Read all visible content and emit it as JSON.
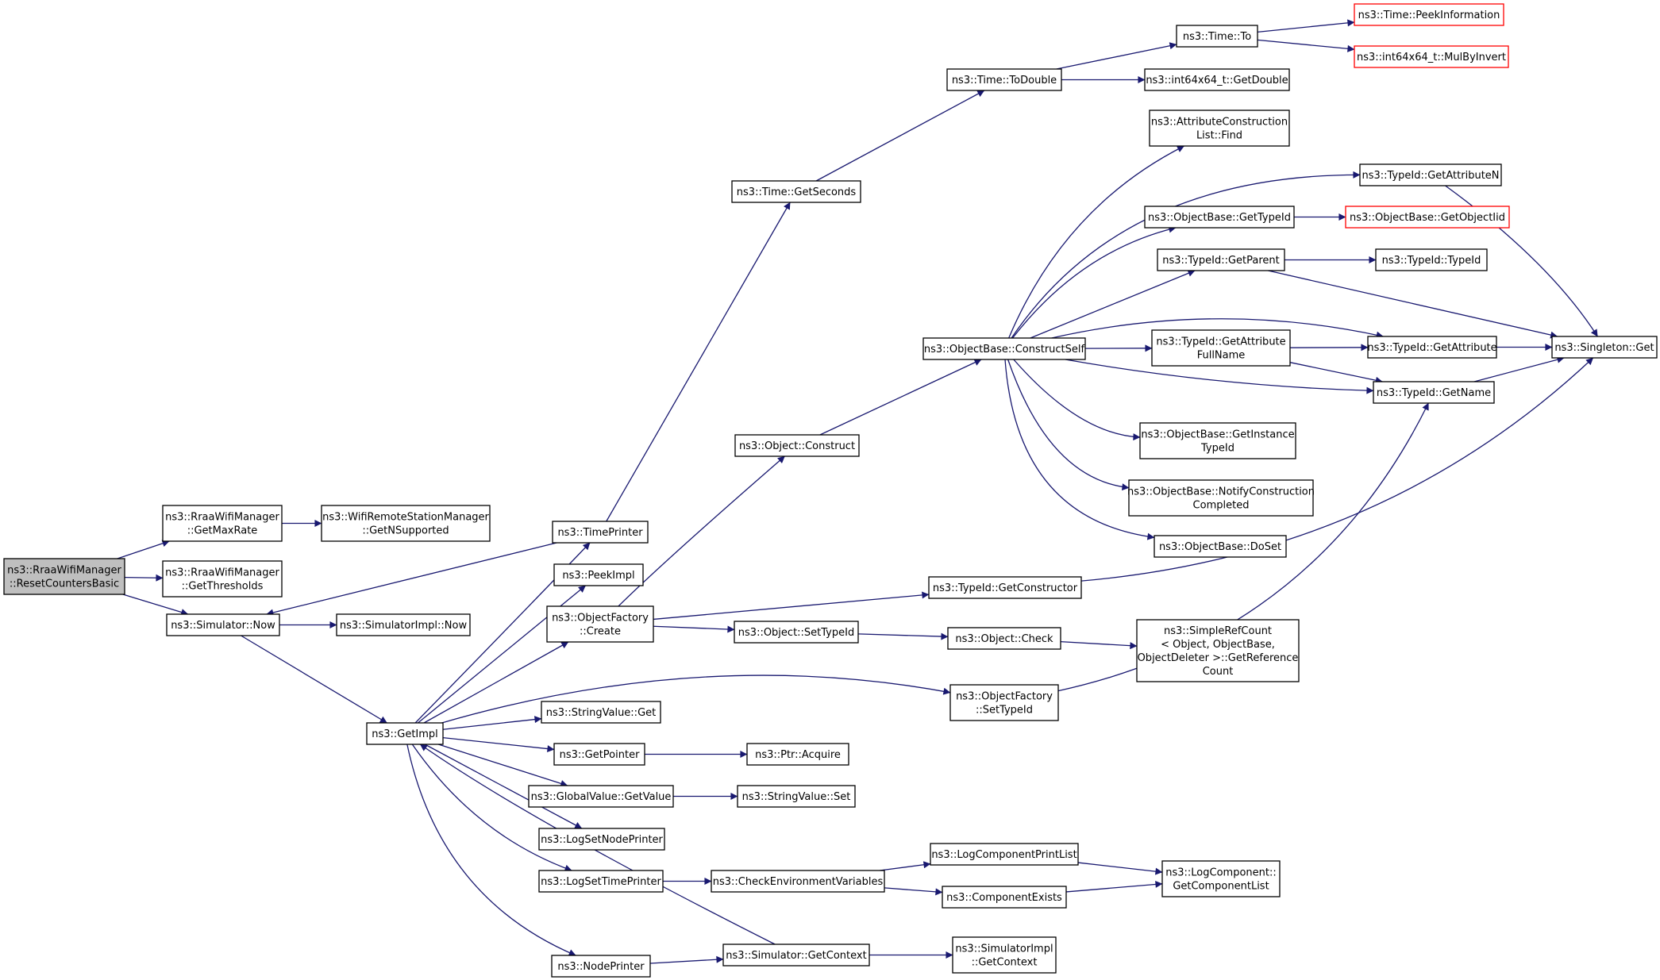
{
  "colors": {
    "edge": "#191970",
    "root_fill": "#bfbfbf",
    "node_fill": "#ffffff",
    "node_border": "#000000",
    "truncated_border": "#ff0000"
  },
  "nodes": [
    {
      "id": "reset",
      "lines": [
        "ns3::RraaWifiManager",
        "::ResetCountersBasic"
      ],
      "root": true
    },
    {
      "id": "getmaxrate",
      "lines": [
        "ns3::RraaWifiManager",
        "::GetMaxRate"
      ]
    },
    {
      "id": "getnsupported",
      "lines": [
        "ns3::WifiRemoteStationManager",
        "::GetNSupported"
      ]
    },
    {
      "id": "getthresholds",
      "lines": [
        "ns3::RraaWifiManager",
        "::GetThresholds"
      ]
    },
    {
      "id": "simnow",
      "lines": [
        "ns3::Simulator::Now"
      ]
    },
    {
      "id": "simimplnow",
      "lines": [
        "ns3::SimulatorImpl::Now"
      ]
    },
    {
      "id": "getimpl",
      "lines": [
        "ns3::GetImpl"
      ]
    },
    {
      "id": "timeprinter",
      "lines": [
        "ns3::TimePrinter"
      ]
    },
    {
      "id": "peekimpl",
      "lines": [
        "ns3::PeekImpl"
      ]
    },
    {
      "id": "ofcreate",
      "lines": [
        "ns3::ObjectFactory",
        "::Create"
      ]
    },
    {
      "id": "stringvalueget",
      "lines": [
        "ns3::StringValue::Get"
      ]
    },
    {
      "id": "getpointer",
      "lines": [
        "ns3::GetPointer"
      ]
    },
    {
      "id": "globalvalue",
      "lines": [
        "ns3::GlobalValue::GetValue"
      ]
    },
    {
      "id": "logsetnode",
      "lines": [
        "ns3::LogSetNodePrinter"
      ]
    },
    {
      "id": "logsettime",
      "lines": [
        "ns3::LogSetTimePrinter"
      ]
    },
    {
      "id": "nodeprinter",
      "lines": [
        "ns3::NodePrinter"
      ]
    },
    {
      "id": "getseconds",
      "lines": [
        "ns3::Time::GetSeconds"
      ]
    },
    {
      "id": "todouble",
      "lines": [
        "ns3::Time::ToDouble"
      ]
    },
    {
      "id": "timeto",
      "lines": [
        "ns3::Time::To"
      ]
    },
    {
      "id": "peekinfo",
      "lines": [
        "ns3::Time::PeekInformation"
      ],
      "truncated": true
    },
    {
      "id": "mulbyinvert",
      "lines": [
        "ns3::int64x64_t::MulByInvert"
      ],
      "truncated": true
    },
    {
      "id": "getdouble",
      "lines": [
        "ns3::int64x64_t::GetDouble"
      ]
    },
    {
      "id": "objconstruct",
      "lines": [
        "ns3::Object::Construct"
      ]
    },
    {
      "id": "constructself",
      "lines": [
        "ns3::ObjectBase::ConstructSelf"
      ]
    },
    {
      "id": "acfind",
      "lines": [
        "ns3::AttributeConstruction",
        "List::Find"
      ]
    },
    {
      "id": "getattributen",
      "lines": [
        "ns3::TypeId::GetAttributeN"
      ]
    },
    {
      "id": "obgettypeid",
      "lines": [
        "ns3::ObjectBase::GetTypeId"
      ]
    },
    {
      "id": "getobjectiid",
      "lines": [
        "ns3::ObjectBase::GetObjectIid"
      ],
      "truncated": true
    },
    {
      "id": "getparent",
      "lines": [
        "ns3::TypeId::GetParent"
      ]
    },
    {
      "id": "typeidtypeid",
      "lines": [
        "ns3::TypeId::TypeId"
      ]
    },
    {
      "id": "getattrfullname",
      "lines": [
        "ns3::TypeId::GetAttribute",
        "FullName"
      ]
    },
    {
      "id": "getattribute",
      "lines": [
        "ns3::TypeId::GetAttribute"
      ]
    },
    {
      "id": "singletonget",
      "lines": [
        "ns3::Singleton::Get"
      ]
    },
    {
      "id": "getname",
      "lines": [
        "ns3::TypeId::GetName"
      ]
    },
    {
      "id": "getinstancetypeid",
      "lines": [
        "ns3::ObjectBase::GetInstance",
        "TypeId"
      ]
    },
    {
      "id": "notifyconstruction",
      "lines": [
        "ns3::ObjectBase::NotifyConstruction",
        "Completed"
      ]
    },
    {
      "id": "doset",
      "lines": [
        "ns3::ObjectBase::DoSet"
      ]
    },
    {
      "id": "getconstructor",
      "lines": [
        "ns3::TypeId::GetConstructor"
      ]
    },
    {
      "id": "objsettypeid",
      "lines": [
        "ns3::Object::SetTypeId"
      ]
    },
    {
      "id": "objcheck",
      "lines": [
        "ns3::Object::Check"
      ]
    },
    {
      "id": "simplerefcount",
      "lines": [
        "ns3::SimpleRefCount",
        "< Object, ObjectBase,",
        "ObjectDeleter >::GetReference",
        "Count"
      ]
    },
    {
      "id": "ofsettypeid",
      "lines": [
        "ns3::ObjectFactory",
        "::SetTypeId"
      ]
    },
    {
      "id": "ptracquire",
      "lines": [
        "ns3::Ptr::Acquire"
      ]
    },
    {
      "id": "stringvalueset",
      "lines": [
        "ns3::StringValue::Set"
      ]
    },
    {
      "id": "checkenv",
      "lines": [
        "ns3::CheckEnvironmentVariables"
      ]
    },
    {
      "id": "logcompprintlist",
      "lines": [
        "ns3::LogComponentPrintList"
      ]
    },
    {
      "id": "componentexists",
      "lines": [
        "ns3::ComponentExists"
      ]
    },
    {
      "id": "logcomponent",
      "lines": [
        "ns3::LogComponent::",
        "GetComponentList"
      ]
    },
    {
      "id": "simgetcontext",
      "lines": [
        "ns3::Simulator::GetContext"
      ]
    },
    {
      "id": "simimplgetcontext",
      "lines": [
        "ns3::SimulatorImpl",
        "::GetContext"
      ]
    }
  ],
  "edges": [
    [
      "reset",
      "getmaxrate"
    ],
    [
      "reset",
      "getthresholds"
    ],
    [
      "reset",
      "simnow"
    ],
    [
      "getmaxrate",
      "getnsupported"
    ],
    [
      "simnow",
      "simimplnow"
    ],
    [
      "simnow",
      "getimpl"
    ],
    [
      "timeprinter",
      "simnow"
    ],
    [
      "timeprinter",
      "getseconds"
    ],
    [
      "getimpl",
      "timeprinter"
    ],
    [
      "getimpl",
      "peekimpl"
    ],
    [
      "getimpl",
      "ofcreate"
    ],
    [
      "getimpl",
      "stringvalueget"
    ],
    [
      "getimpl",
      "getpointer"
    ],
    [
      "getimpl",
      "globalvalue"
    ],
    [
      "getimpl",
      "logsetnode"
    ],
    [
      "getimpl",
      "logsettime"
    ],
    [
      "getimpl",
      "nodeprinter"
    ],
    [
      "getimpl",
      "ofsettypeid"
    ],
    [
      "simgetcontext",
      "getimpl"
    ],
    [
      "getseconds",
      "todouble"
    ],
    [
      "todouble",
      "timeto"
    ],
    [
      "todouble",
      "getdouble"
    ],
    [
      "timeto",
      "peekinfo"
    ],
    [
      "timeto",
      "mulbyinvert"
    ],
    [
      "ofcreate",
      "objconstruct"
    ],
    [
      "ofcreate",
      "getconstructor"
    ],
    [
      "ofcreate",
      "objsettypeid"
    ],
    [
      "objconstruct",
      "constructself"
    ],
    [
      "constructself",
      "acfind"
    ],
    [
      "constructself",
      "getattributen"
    ],
    [
      "constructself",
      "obgettypeid"
    ],
    [
      "constructself",
      "getparent"
    ],
    [
      "constructself",
      "getattrfullname"
    ],
    [
      "constructself",
      "getattribute"
    ],
    [
      "constructself",
      "getname"
    ],
    [
      "constructself",
      "getinstancetypeid"
    ],
    [
      "constructself",
      "notifyconstruction"
    ],
    [
      "constructself",
      "doset"
    ],
    [
      "obgettypeid",
      "getobjectiid"
    ],
    [
      "getparent",
      "typeidtypeid"
    ],
    [
      "getparent",
      "singletonget"
    ],
    [
      "getattributen",
      "singletonget"
    ],
    [
      "getattrfullname",
      "getattribute"
    ],
    [
      "getattrfullname",
      "getname"
    ],
    [
      "getattribute",
      "singletonget"
    ],
    [
      "getname",
      "singletonget"
    ],
    [
      "getconstructor",
      "singletonget"
    ],
    [
      "objsettypeid",
      "objcheck"
    ],
    [
      "objcheck",
      "simplerefcount"
    ],
    [
      "ofsettypeid",
      "getname"
    ],
    [
      "getpointer",
      "ptracquire"
    ],
    [
      "globalvalue",
      "stringvalueset"
    ],
    [
      "logsettime",
      "checkenv"
    ],
    [
      "checkenv",
      "logcompprintlist"
    ],
    [
      "checkenv",
      "componentexists"
    ],
    [
      "logcompprintlist",
      "logcomponent"
    ],
    [
      "componentexists",
      "logcomponent"
    ],
    [
      "nodeprinter",
      "simgetcontext"
    ],
    [
      "simgetcontext",
      "simimplgetcontext"
    ]
  ]
}
